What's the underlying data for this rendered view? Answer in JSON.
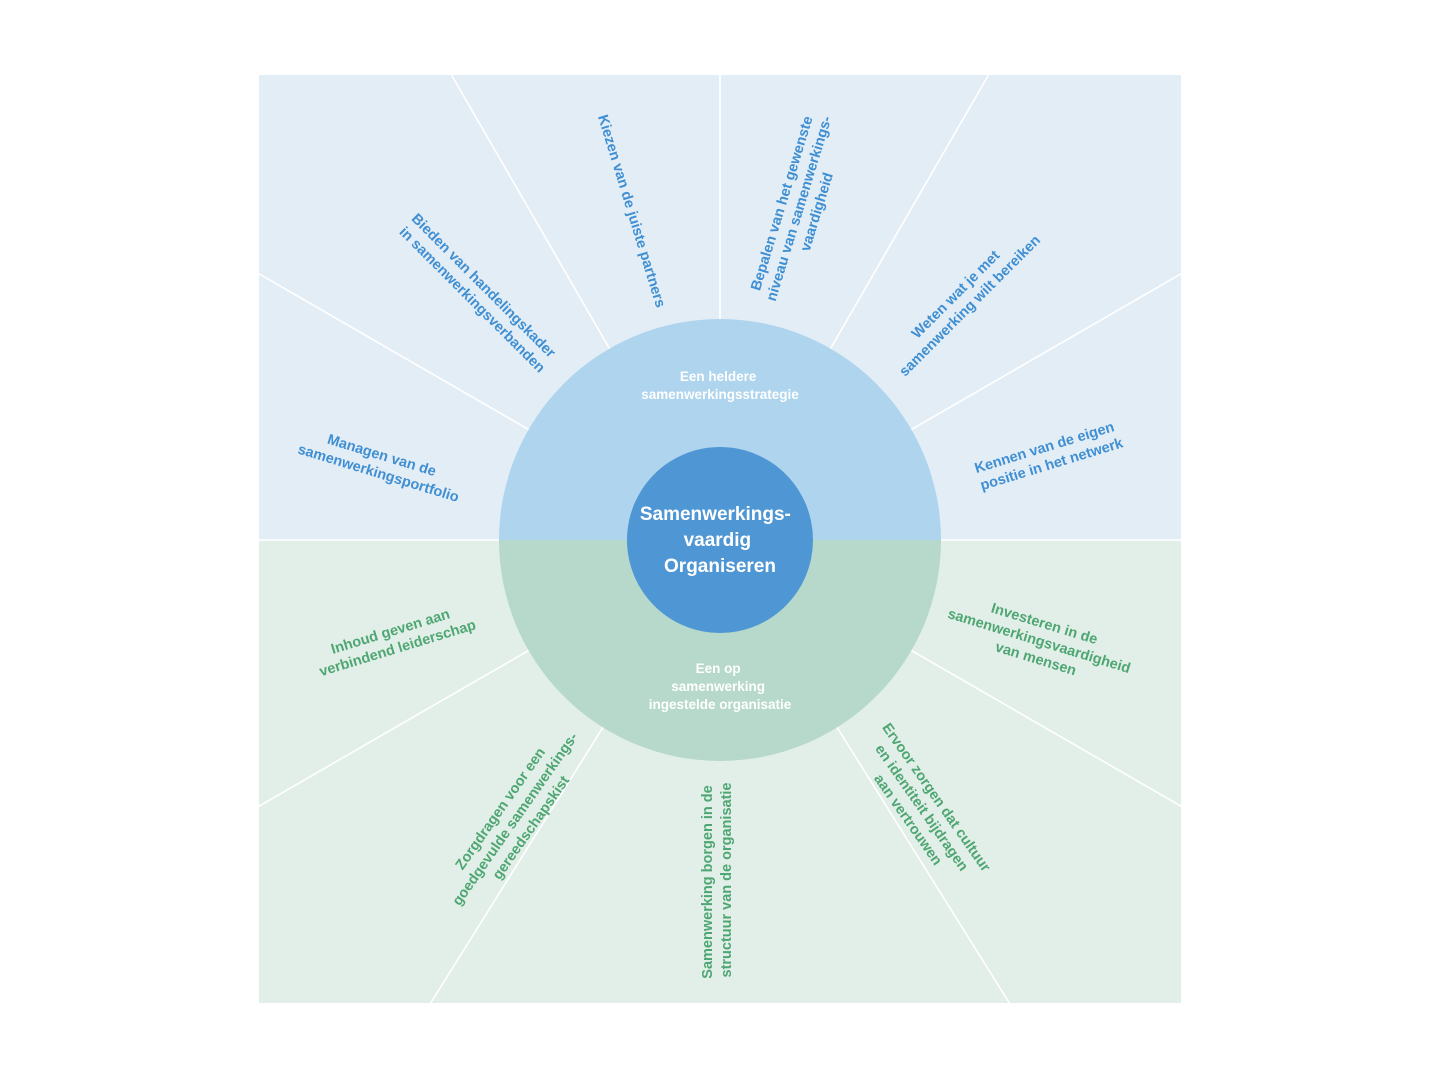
{
  "colors": {
    "top_background": "#e3edf6",
    "bottom_background": "#e2efe8",
    "top_ring": "#aed4ee",
    "bottom_ring": "#b6d9cb",
    "core": "#4f96d5",
    "blue_text": "#3f8fd2",
    "green_text": "#4ea673"
  },
  "center": {
    "lines": [
      "Samenwerkings-",
      "vaardig",
      "Organiseren"
    ]
  },
  "ring": {
    "top": [
      "Een heldere",
      "samenwerkingsstrategie"
    ],
    "bottom": [
      "Een op",
      "samenwerking",
      "ingestelde organisatie"
    ]
  },
  "top_items": [
    {
      "lines": [
        "Managen van de",
        "samenwerkingsportfolio"
      ],
      "icon": ""
    },
    {
      "lines": [
        "Bieden van handelingskader",
        "in samenwerkingsverbanden"
      ]
    },
    {
      "lines": [
        "Kiezen van de juiste partners"
      ]
    },
    {
      "lines": [
        "Bepalen van het gewenste",
        "niveau van samenwerkings-",
        "vaardigheid"
      ]
    },
    {
      "lines": [
        "Weten wat je met",
        "samenwerking wilt bereiken"
      ]
    },
    {
      "lines": [
        "Kennen van de eigen",
        "positie in het netwerk"
      ]
    }
  ],
  "bottom_items": [
    {
      "lines": [
        "Inhoud geven aan",
        "verbindend leiderschap"
      ]
    },
    {
      "lines": [
        "Zorgdragen voor een",
        "goedgevulde samenwerkings-",
        "gereedschapskist"
      ]
    },
    {
      "lines": [
        "Samenwerking borgen in de",
        "structuur van de organisatie"
      ]
    },
    {
      "lines": [
        "Ervoor zorgen dat cultuur",
        "en identiteit bijdragen",
        "aan vertrouwen"
      ]
    },
    {
      "lines": [
        "Investeren in de",
        "samenwerkingsvaardigheid",
        "van mensen"
      ]
    }
  ]
}
